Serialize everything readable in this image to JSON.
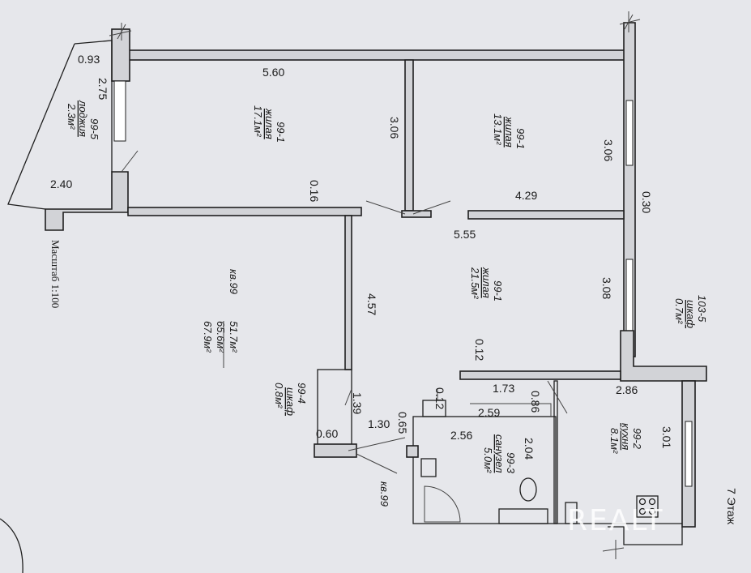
{
  "scale": "Масштаб 1:100",
  "floor": "7 Этаж",
  "watermark": "REALT",
  "dims": {
    "d093": "0.93",
    "d275": "2.75",
    "d560": "5.60",
    "d306a": "3.06",
    "d306b": "3.06",
    "d240": "2.40",
    "d016": "0.16",
    "d429": "4.29",
    "d030": "0.30",
    "d555": "5.55",
    "d457": "4.57",
    "d308": "3.08",
    "d012a": "0.12",
    "d173": "1.73",
    "d286": "2.86",
    "d086": "0.86",
    "d012b": "0.12",
    "d259": "2.59",
    "d139": "1.39",
    "d130": "1.30",
    "d065": "0.65",
    "d060": "0.60",
    "d256": "2.56",
    "d204": "2.04",
    "d301": "3.01"
  },
  "rooms": {
    "loggia": {
      "code": "99-5",
      "name": "лоджия",
      "area": "2.3м²"
    },
    "living1": {
      "code": "99-1",
      "name": "жилая",
      "area": "17.1м²"
    },
    "living2": {
      "code": "99-1",
      "name": "жилая",
      "area": "13.1м²"
    },
    "living3": {
      "code": "99-1",
      "name": "жилая",
      "area": "21.5м²"
    },
    "closet1": {
      "code": "103-5",
      "name": "шкаф",
      "area": "0.7м²"
    },
    "closet2": {
      "code": "99-4",
      "name": "шкаф",
      "area": "0.8м²"
    },
    "bath": {
      "code": "99-3",
      "name": "санузел",
      "area": "5.0м²"
    },
    "kitchen": {
      "code": "99-2",
      "name": "кухня",
      "area": "8.1м²"
    }
  },
  "apartment": {
    "number": "кв.99",
    "living_area": "51.7м²",
    "total_area": "65.6м²",
    "area_with_loggia": "67.9м²",
    "entry_label": "кв.99"
  }
}
